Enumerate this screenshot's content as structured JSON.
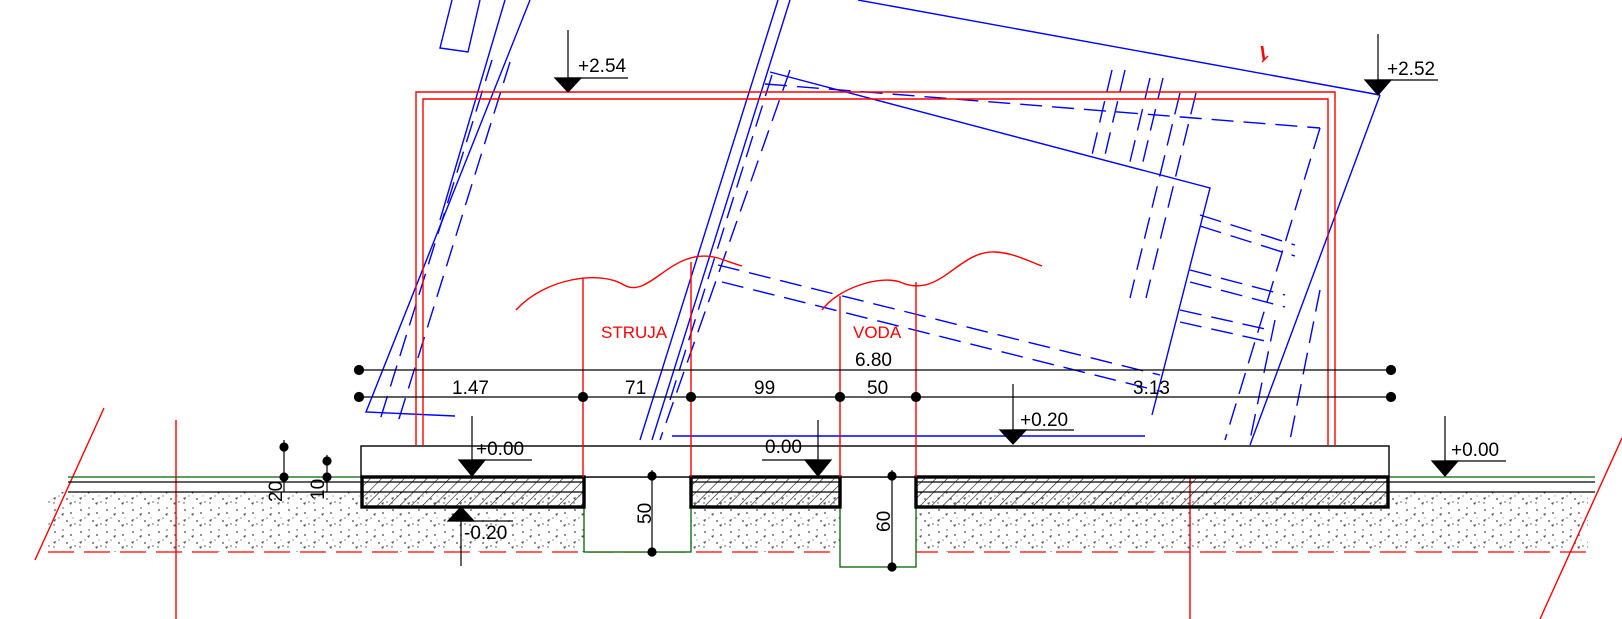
{
  "labels": {
    "struja": "STRUJA",
    "voda": "VODA"
  },
  "levels": {
    "top_left": "+2.54",
    "top_right": "+2.52",
    "slab_left": "+0.00",
    "slab_mid": "0.00",
    "slab_raised": "+0.20",
    "ground_right": "+0.00",
    "below": "-0.20"
  },
  "dimensions": {
    "total": "6.80",
    "segments": [
      "1.47",
      "71",
      "99",
      "50",
      "3.13"
    ],
    "trench_left_depth": "50",
    "trench_right_depth": "60",
    "layer_thick_1": "20",
    "layer_thick_2": "10"
  },
  "colors": {
    "outline": "#0000ff",
    "service": "#ff0000",
    "dimension": "#000000",
    "trench": "#006400"
  }
}
